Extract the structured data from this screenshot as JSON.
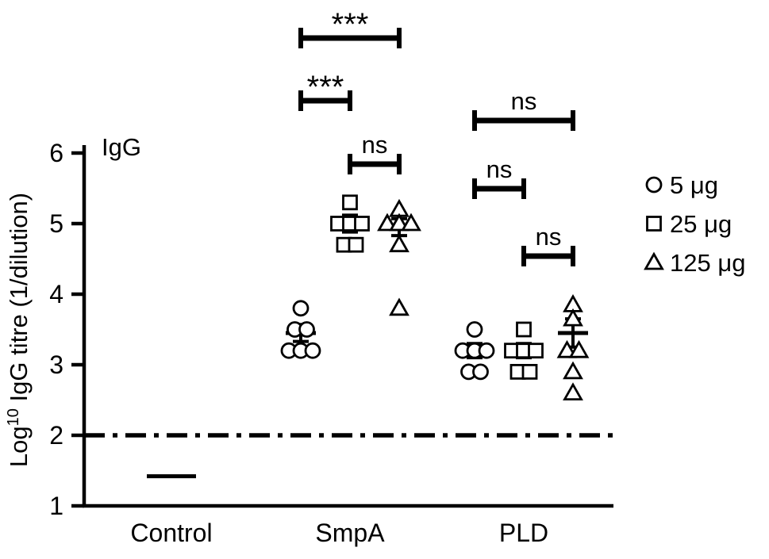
{
  "chart_data": {
    "type": "scatter",
    "title": "IgG",
    "xlabel": "",
    "ylabel": {
      "base": "Log",
      "sup": "10",
      "rest": " IgG titre (1/dilution)"
    },
    "ylim": [
      1,
      6
    ],
    "yticks": [
      1,
      2,
      3,
      4,
      5,
      6
    ],
    "baseline_value": 2,
    "grid": false,
    "legend_position": "right",
    "x_categories": [
      "Control",
      "SmpA",
      "PLD"
    ],
    "groups": [
      {
        "label": "Control",
        "series": [
          {
            "dose": "control",
            "marker": "line",
            "mean": 1.42,
            "sem": 0,
            "points": []
          }
        ]
      },
      {
        "label": "SmpA",
        "series": [
          {
            "dose": "5 μg",
            "marker": "circle",
            "mean": 3.45,
            "sem": 0.12,
            "points": [
              3.8,
              3.5,
              3.5,
              3.2,
              3.2,
              3.2
            ]
          },
          {
            "dose": "25 μg",
            "marker": "square",
            "mean": 5.0,
            "sem": 0.12,
            "points": [
              5.3,
              5.0,
              5.0,
              5.0,
              4.7,
              4.7
            ]
          },
          {
            "dose": "125 μg",
            "marker": "triangle",
            "mean": 4.95,
            "sem": 0.12,
            "points": [
              5.2,
              5.0,
              5.0,
              5.0,
              4.7,
              3.8
            ]
          }
        ]
      },
      {
        "label": "PLD",
        "series": [
          {
            "dose": "5 μg",
            "marker": "circle",
            "mean": 3.2,
            "sem": 0.1,
            "points": [
              3.5,
              3.2,
              3.2,
              3.2,
              2.9,
              2.9
            ]
          },
          {
            "dose": "25 μg",
            "marker": "square",
            "mean": 3.2,
            "sem": 0.1,
            "points": [
              3.5,
              3.2,
              3.2,
              3.2,
              2.9,
              2.9
            ]
          },
          {
            "dose": "125 μg",
            "marker": "triangle",
            "mean": 3.45,
            "sem": 0.2,
            "points": [
              3.85,
              3.65,
              3.2,
              3.2,
              2.9,
              2.6
            ]
          }
        ]
      }
    ],
    "legend": [
      {
        "marker": "circle",
        "label": "5 μg"
      },
      {
        "marker": "square",
        "label": "25 μg"
      },
      {
        "marker": "triangle",
        "label": "125 μg"
      }
    ],
    "significance": [
      {
        "group": 1,
        "from": 0,
        "to": 2,
        "label": "***"
      },
      {
        "group": 1,
        "from": 0,
        "to": 1,
        "label": "***"
      },
      {
        "group": 1,
        "from": 1,
        "to": 2,
        "label": "ns"
      },
      {
        "group": 2,
        "from": 0,
        "to": 2,
        "label": "ns"
      },
      {
        "group": 2,
        "from": 0,
        "to": 1,
        "label": "ns"
      },
      {
        "group": 2,
        "from": 1,
        "to": 2,
        "label": "ns"
      }
    ]
  }
}
